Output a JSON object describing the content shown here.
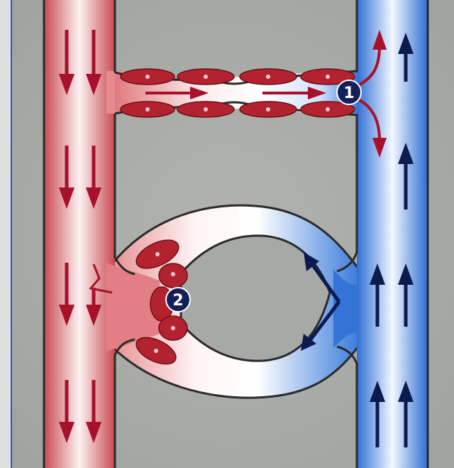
{
  "markers": [
    {
      "id": "marker-1",
      "label": "1"
    },
    {
      "id": "marker-2",
      "label": "2"
    }
  ],
  "colors": {
    "background": "#a9aca8",
    "arterial": "#c43c46",
    "arterial_light": "#ffffff",
    "venous": "#2a6fd6",
    "venous_light": "#ffffff",
    "cell": "#b3232f",
    "cell_nucleus": "#f2c9cc",
    "arrow_red": "#a8112a",
    "arrow_navy": "#0d1a4f",
    "marker_fill": "#13205a",
    "outline": "#2a2a2a"
  }
}
